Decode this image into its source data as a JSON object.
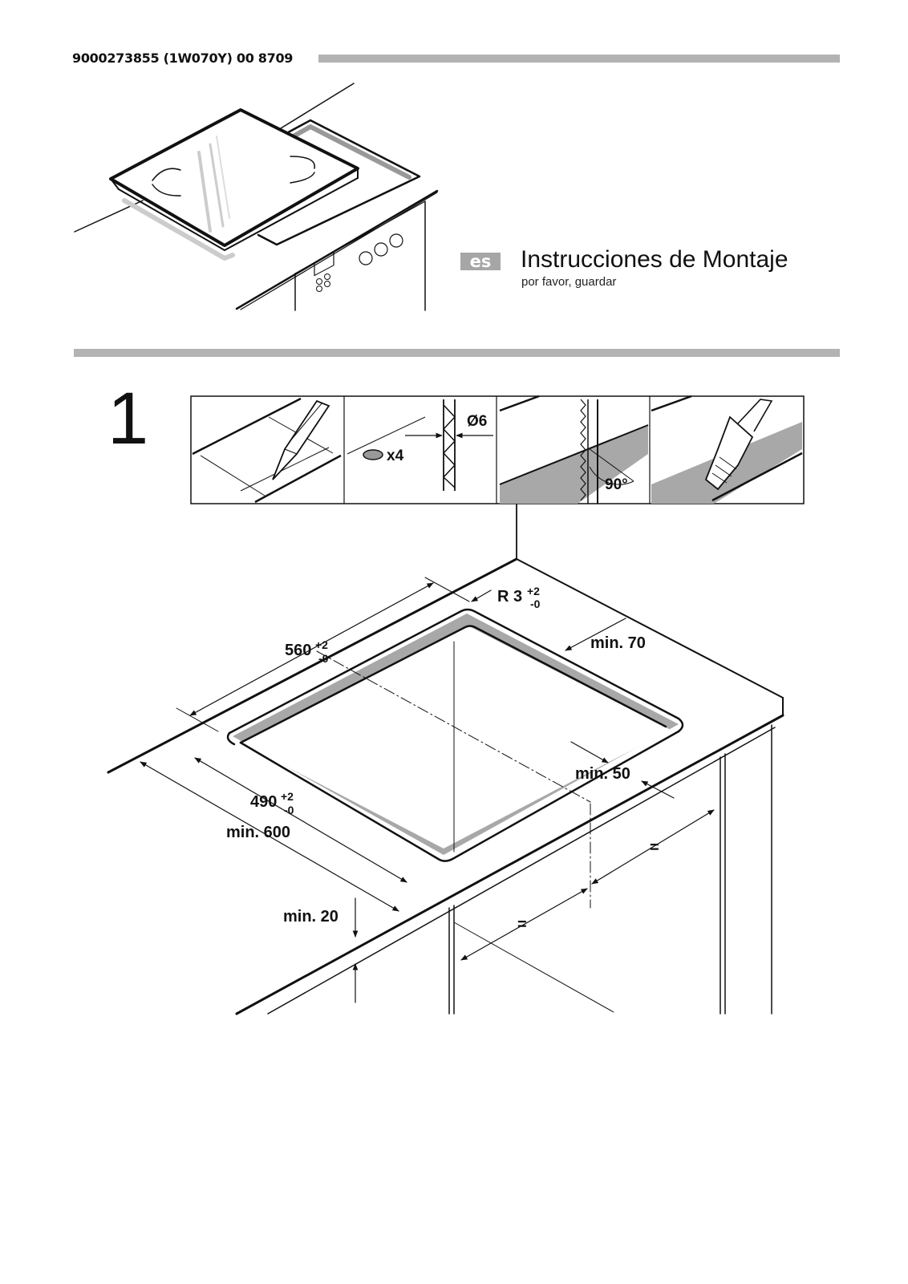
{
  "header": {
    "doc_code": "9000273855 (1W070Y) 00 8709"
  },
  "cover": {
    "language_badge": "es",
    "title": "Instrucciones de Montaje",
    "subtitle": "por favor, guardar"
  },
  "step": {
    "number": "1",
    "tool_panels": {
      "drill_diameter": "Ø6",
      "drill_count": "x4",
      "saw_angle": "90°"
    },
    "dimensions": {
      "radius_label": "R 3",
      "radius_tol_plus": "+2",
      "radius_tol_minus": "-0",
      "width_value": "560",
      "width_tol_plus": "+2",
      "width_tol_minus": "-0",
      "depth_value": "490",
      "depth_tol_plus": "+2",
      "depth_tol_minus": "-0",
      "min_back": "min. 70",
      "min_side": "min. 50",
      "min_depth": "min. 600",
      "min_thickness": "min. 20",
      "equal_1": "=",
      "equal_2": "="
    }
  }
}
